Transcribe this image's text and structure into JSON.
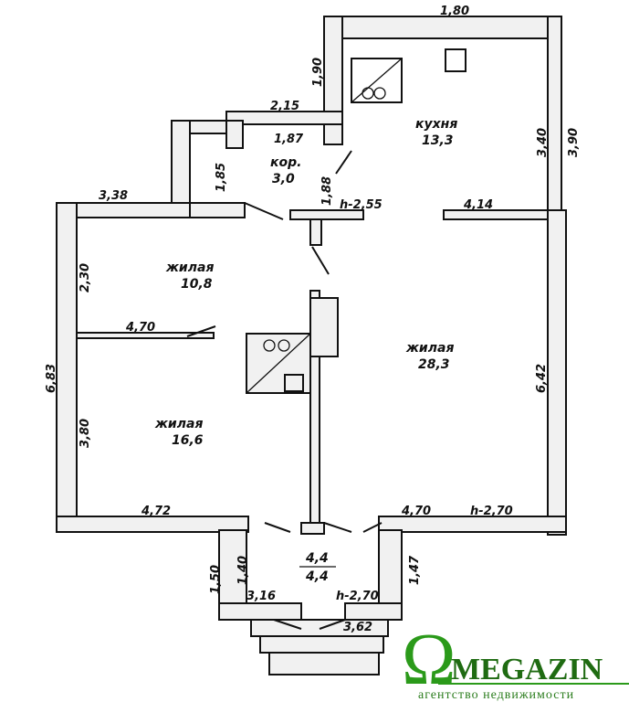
{
  "rooms": {
    "kitchen": {
      "name": "кухня",
      "area": "13,3"
    },
    "corridor": {
      "name": "кор.",
      "area": "3,0"
    },
    "living1": {
      "name": "жилая",
      "area": "10,8"
    },
    "living2": {
      "name": "жилая",
      "area": "28,3"
    },
    "living3": {
      "name": "жилая",
      "area": "16,6"
    },
    "vestibule": {
      "area_top": "4,4",
      "area_bottom": "4,4"
    }
  },
  "dimensions": {
    "d1": "1,80",
    "d2": "1,90",
    "d3": "2,15",
    "d4": "1,87",
    "d5": "3,40",
    "d6": "3,90",
    "d7": "1,85",
    "d8": "1,88",
    "d9": "h-2,55",
    "d10": "4,14",
    "d11": "3,38",
    "d12": "2,30",
    "d13": "4,70",
    "d14": "6,83",
    "d15": "3,80",
    "d16": "6,42",
    "d17": "4,72",
    "d18": "4,70",
    "d19": "h-2,70",
    "d20": "1,50",
    "d21": "1,40",
    "d22": "3,16",
    "d23": "h-2,70",
    "d24": "1,47",
    "d25": "3,62"
  },
  "logo": {
    "brand": "MEGAZIN",
    "tagline": "агентство недвижимости"
  },
  "colors": {
    "logo_green": "#2b9a1a"
  }
}
